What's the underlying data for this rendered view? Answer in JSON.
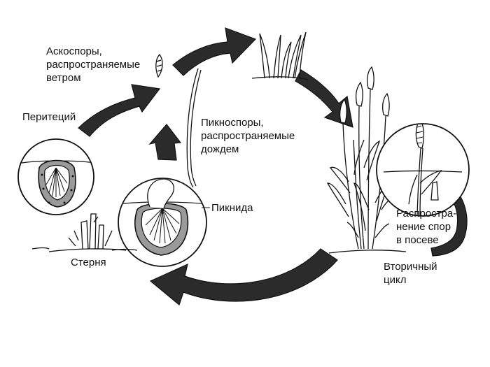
{
  "labels": {
    "ascospores": "Аскоспоры,\nраспространяемые\nветром",
    "perithecium": "Перитеций",
    "pycnospores": "Пикноспоры,\nраспространяемые\nдождем",
    "pycnidium": "Пикнида",
    "stubble": "Стерня",
    "spread": "Распростра-\nнение спор\nв посеве",
    "secondary": "Вторичный\nцикл"
  },
  "colors": {
    "ink": "#111111",
    "arrow": "#2b2b2b",
    "background": "#ffffff"
  }
}
